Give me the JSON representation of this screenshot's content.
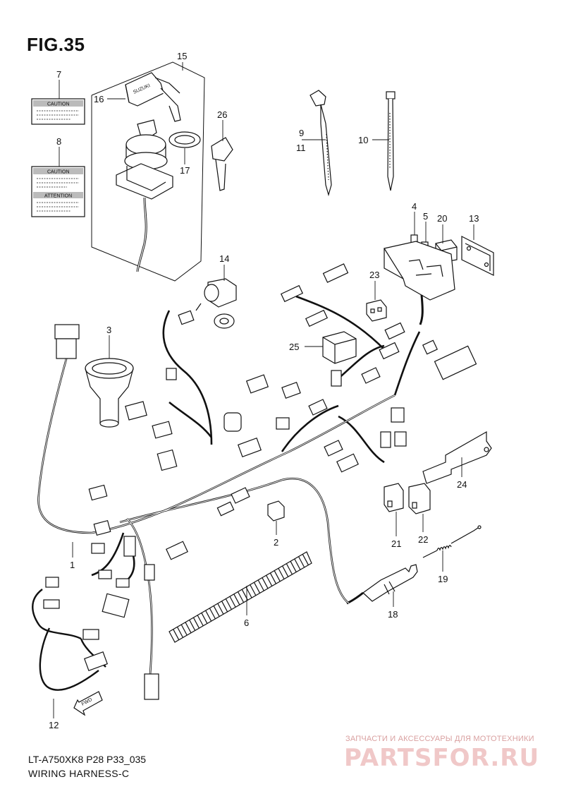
{
  "figure": {
    "title": "FIG.35",
    "model_code": "LT-A750XK8 P28 P33_035",
    "subtitle": "WIRING HARNESS-C"
  },
  "labels": {
    "caution": "CAUTION",
    "attention": "ATTENTION",
    "fwd": "FWD",
    "brand": "SUZUKI"
  },
  "callouts": {
    "p1": "1",
    "p2": "2",
    "p3": "3",
    "p4": "4",
    "p5": "5",
    "p6": "6",
    "p7": "7",
    "p8": "8",
    "p9": "9",
    "p11": "11",
    "p10": "10",
    "p12": "12",
    "p13": "13",
    "p14": "14",
    "p15": "15",
    "p16": "16",
    "p17": "17",
    "p18": "18",
    "p19": "19",
    "p20": "20",
    "p21": "21",
    "p22": "22",
    "p23": "23",
    "p24": "24",
    "p25": "25",
    "p26": "26"
  },
  "watermark": {
    "tagline": "ЗАПЧАСТИ И АКСЕССУАРЫ ДЛЯ МОТОТЕХНИКИ",
    "site": "PARTSFOR.RU"
  }
}
